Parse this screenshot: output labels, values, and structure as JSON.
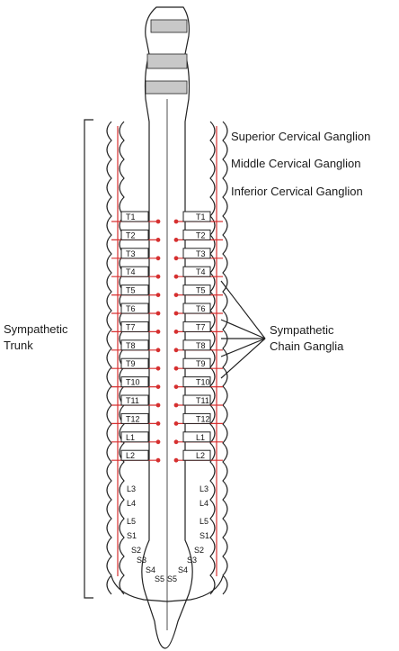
{
  "labels": {
    "superior_cervical_ganglion": "Superior Cervical Ganglion",
    "middle_cervical_ganglion": "Middle Cervical Ganglion",
    "inferior_cervical_ganglion": "Inferior Cervical Ganglion",
    "sympathetic_trunk": [
      "Sympathetic",
      "Trunk"
    ],
    "sympathetic_chain_ganglia": [
      "Sympathetic",
      "Chain Ganglia"
    ]
  },
  "segments": {
    "thoracic_lumbar_boxes": [
      "T1",
      "T2",
      "T3",
      "T4",
      "T5",
      "T6",
      "T7",
      "T8",
      "T9",
      "T10",
      "T11",
      "T12",
      "L1",
      "L2"
    ],
    "lower_left": [
      "L3",
      "L4",
      "L5",
      "S1",
      "S2",
      "S3",
      "S4",
      "S5"
    ],
    "lower_right": [
      "L3",
      "L4",
      "L5",
      "S1",
      "S2",
      "S3",
      "S4",
      "S5"
    ]
  },
  "colors": {
    "nerve": "#d63030",
    "outline": "#222222",
    "vertebral_band": "#c8c8c8"
  }
}
